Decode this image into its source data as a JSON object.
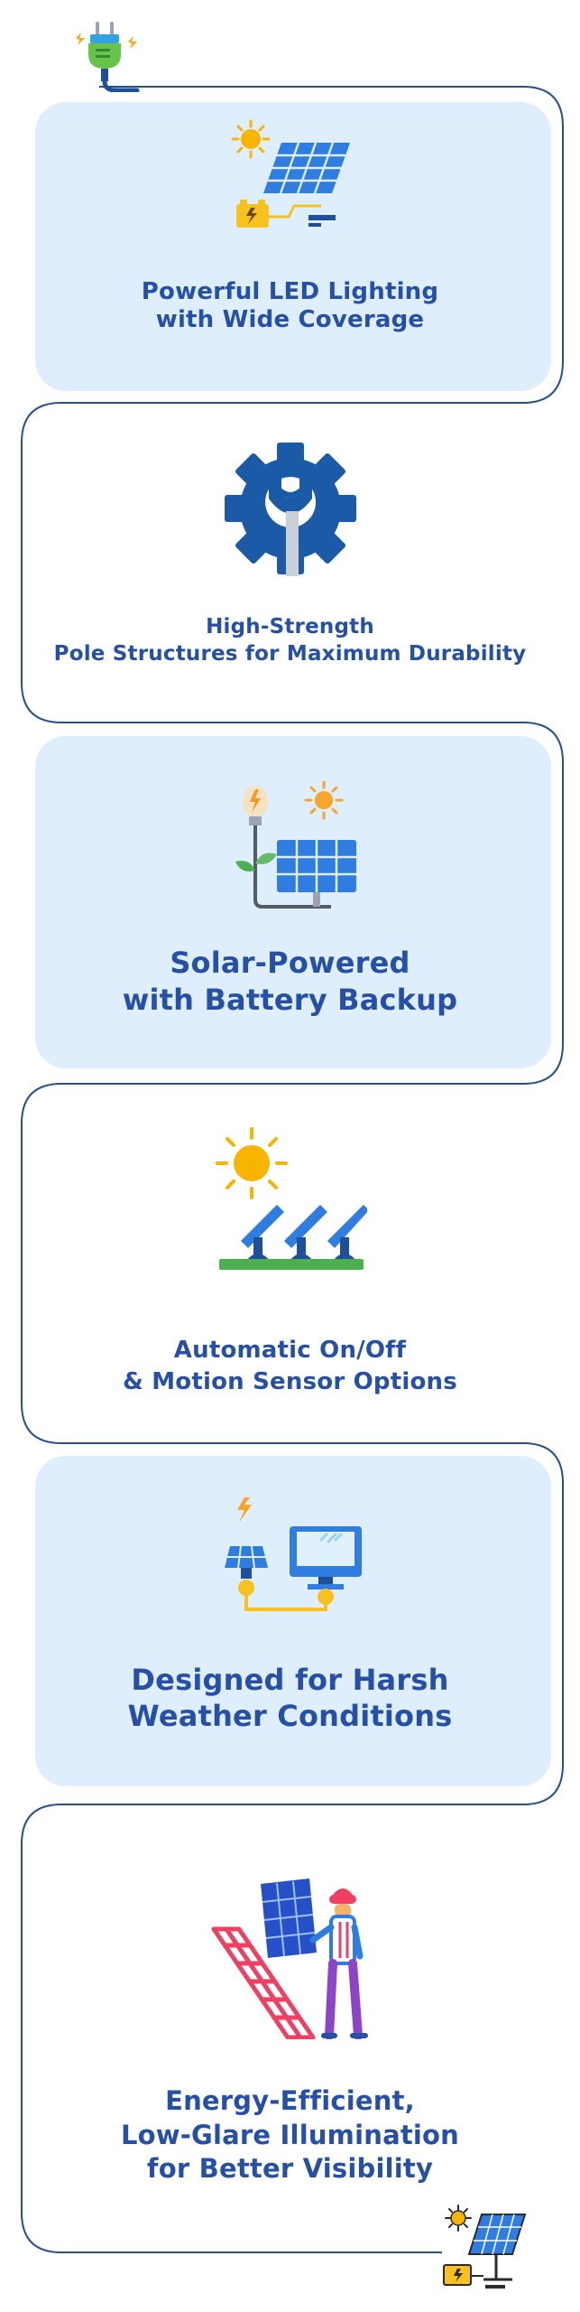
{
  "colors": {
    "title": "#2650a8",
    "card_bg": "#deeefd",
    "connector_line": "#28508f",
    "solar_blue": "#2f7de1",
    "sun_yellow": "#f7b500",
    "gear_blue": "#1b5aa6",
    "pink": "#ef3f63"
  },
  "features": [
    {
      "icon": "solar-panel-battery-icon",
      "title_lines": [
        "Powerful LED Lighting",
        "with Wide Coverage"
      ]
    },
    {
      "icon": "gear-wrench-icon",
      "title_lines": [
        "High-Strength",
        "Pole Structures for Maximum Durability"
      ]
    },
    {
      "icon": "solar-bulb-plant-icon",
      "title_lines": [
        "Solar-Powered",
        "with Battery Backup"
      ]
    },
    {
      "icon": "solar-field-sun-icon",
      "title_lines": [
        "Automatic On/Off",
        "& Motion Sensor Options"
      ]
    },
    {
      "icon": "solar-monitor-connection-icon",
      "title_lines": [
        "Designed for Harsh",
        "Weather Conditions"
      ]
    },
    {
      "icon": "technician-solar-panel-icon",
      "title_lines": [
        "Energy-Efficient,",
        "Low-Glare Illumination",
        "for Better Visibility"
      ]
    }
  ],
  "decorations": {
    "start_icon": "power-plug-icon",
    "end_icon": "solar-panel-battery-small-icon"
  }
}
